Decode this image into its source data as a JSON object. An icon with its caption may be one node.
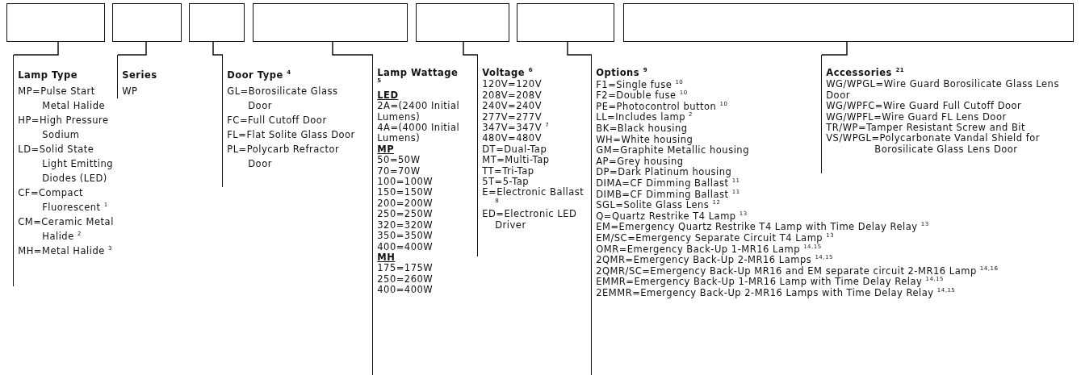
{
  "diagram": {
    "nodes": [
      {
        "text": [],
        "shape": "box"
      },
      {
        "text": [],
        "shape": "box"
      },
      {
        "text": [],
        "shape": "box"
      },
      {
        "text": [],
        "shape": "box"
      },
      {
        "text": [],
        "shape": "box"
      },
      {
        "text": [],
        "shape": "box"
      },
      {
        "text": [],
        "shape": "box"
      },
      {
        "text": [
          "Lamp Type",
          "MP=Pulse Start Metal Halide",
          "HP=High Pressure Sodium",
          "LD=Solid State Light Emitting Diodes (LED)",
          "CF=Compact Fluorescent $^{1}$",
          "CM=Ceramic Metal Halide $^{2}$",
          "MH=Metal Halide $^{3}$"
        ]
      },
      {
        "text": [
          "Series",
          "WP"
        ]
      },
      {
        "text": [
          "Door Type $^{4}$",
          "GL=Borosilicate Glass Door",
          "FC=Full Cutoff Door",
          "FL=Flat Solite Glass Door",
          "PL=Polycarb Refractor Door"
        ]
      },
      {
        "text": [
          "Lamp Wattage $^{5}$",
          "LED",
          "2A=(2400 Initial Lumens)",
          "4A=(4000 Initial Lumens)",
          "MP",
          "50=50W",
          "70=70W",
          "100=100W",
          "150=150W",
          "200=200W",
          "250=250W",
          "320=320W",
          "350=350W",
          "400=400W",
          "MH",
          "175=175W",
          "250=260W",
          "400=400W"
        ]
      },
      {
        "text": [
          "Voltage $^{6}$",
          "120V=120V",
          "208V=208V",
          "240V=240V",
          "277V=277V",
          "347V=347V $^{7}$",
          "480V=480V",
          "DT=Dual-Tap",
          "MT=Multi-Tap",
          "TT=Tri-Tap",
          "5T=5-Tap",
          "E=Electronic Ballast $^{8}$",
          "ED=Electronic LED Driver"
        ]
      },
      {
        "text": [
          "Options $^{9}$",
          "F1=Single fuse $^{10}$",
          "F2=Double fuse $^{10}$",
          "PE=Photocontrol button $^{10}$",
          "LL=Includes lamp $^{2}$",
          "BK=Black housing",
          "WH=White housing",
          "GM=Graphite Metallic housing",
          "AP=Grey housing",
          "DP=Dark Platinum housing",
          "DIMA=CF Dimming Ballast $^{11}$",
          "DIMB=CF Dimming Ballast $^{11}$",
          "SGL=Solite Glass Lens $^{12}$",
          "Q=Quartz Restrike T4 Lamp $^{13}$",
          "EM=Emergency Quartz Restrike T4 Lamp with Time Delay Relay $^{13}$",
          "EM/SC=Emergency Separate Circuit T4 Lamp $^{13}$",
          "OMR=Emergency Back-Up 1-MR16 Lamp $^{14,15}$",
          "2QMR=Emergency Back-Up 2-MR16 Lamps $^{14,15}$",
          "2QMR/SC=Emergency Back-Up MR16 and EM separate circuit 2-MR16 Lamp $^{14,16}$",
          "EMMR=Emergency Back-Up 1-MR16 Lamp with Time Delay Relay $^{14,15}$",
          "2EMMR=Emergency Back-Up 2-MR16 Lamps with Time Delay Relay $^{14,15}$"
        ]
      },
      {
        "text": [
          "Accessories $^{21}$",
          "WG/WPGL=Wire Guard Borosilicate Glass Lens Door",
          "WG/WPFC=Wire Guard Full Cutoff Door",
          "WG/WPFL=Wire Guard FL Lens Door",
          "TR/WP=Tamper Resistant Screw and Bit",
          "VS/WPGL=Polycarbonate Vandal Shield for Borosilicate Glass Lens Door"
        ]
      }
    ],
    "edges": [
      {
        "from": 0,
        "to": 7,
        "arrow": "none"
      },
      {
        "from": 1,
        "to": 8,
        "arrow": "none"
      },
      {
        "from": 2,
        "to": 9,
        "arrow": "none"
      },
      {
        "from": 3,
        "to": 10,
        "arrow": "none"
      },
      {
        "from": 4,
        "to": 11,
        "arrow": "none"
      },
      {
        "from": 5,
        "to": 12,
        "arrow": "none"
      },
      {
        "from": 6,
        "to": 13,
        "arrow": "none"
      }
    ]
  }
}
